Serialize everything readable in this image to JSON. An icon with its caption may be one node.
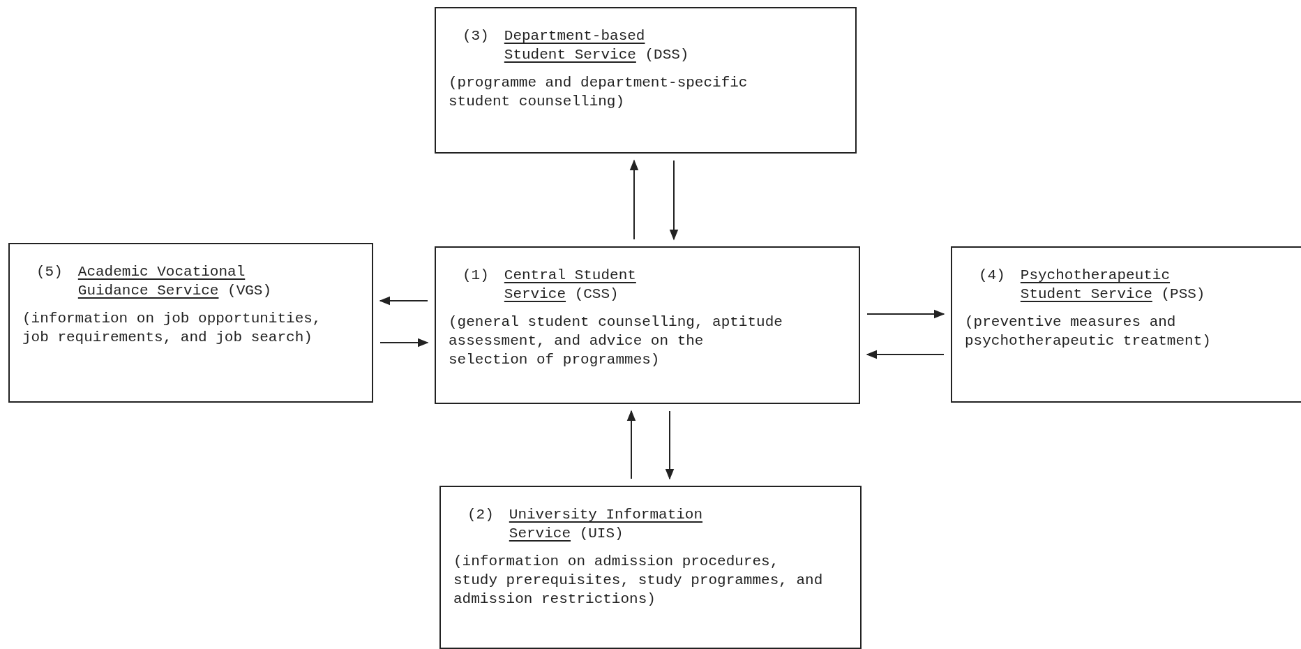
{
  "diagram": {
    "nodes": [
      {
        "text": [
          "(3)",
          "Department-based Student Service",
          "(DSS)",
          "(programme and department-specific student counselling)"
        ]
      },
      {
        "text": [
          "(5)",
          "Academic Vocational Guidance Service",
          "(VGS)",
          "(information on job opportunities, job requirements, and job search)"
        ]
      },
      {
        "text": [
          "(1)",
          "Central Student Service",
          "(CSS)",
          "(general student counselling, aptitude assessment, and advice on the selection of programmes)"
        ]
      },
      {
        "text": [
          "(4)",
          "Psychotherapeutic Student Service",
          "(PSS)",
          "(preventive measures and psychotherapeutic treatment)"
        ]
      },
      {
        "text": [
          "(2)",
          "University Information Service",
          "(UIS)",
          "(information on admission procedures, study prerequisites, study programmes, and admission restrictions)"
        ]
      }
    ],
    "edges": [
      {
        "from": 2,
        "to": 0,
        "arrow": "to"
      },
      {
        "from": 0,
        "to": 2,
        "arrow": "to"
      },
      {
        "from": 2,
        "to": 1,
        "arrow": "to"
      },
      {
        "from": 1,
        "to": 2,
        "arrow": "to"
      },
      {
        "from": 2,
        "to": 3,
        "arrow": "to"
      },
      {
        "from": 3,
        "to": 2,
        "arrow": "to"
      },
      {
        "from": 4,
        "to": 2,
        "arrow": "to"
      },
      {
        "from": 2,
        "to": 4,
        "arrow": "to"
      }
    ]
  }
}
